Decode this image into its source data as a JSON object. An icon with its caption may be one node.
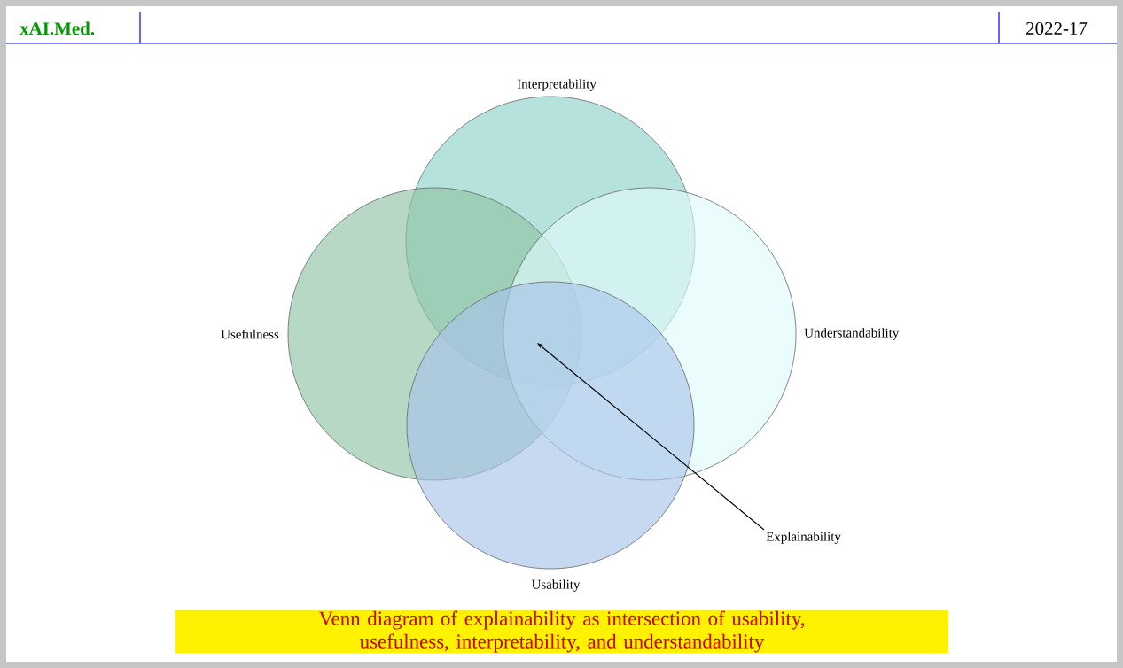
{
  "diagram": {
    "caption": "Venn diagram of explainability as intersection of usability, usefulness, interpretability, and understandability",
    "nodes": [
      {
        "text": [
          "Interpretability"
        ]
      },
      {
        "text": [
          "Usefulness"
        ]
      },
      {
        "text": [
          "Understandability"
        ]
      },
      {
        "text": [
          "Usability"
        ]
      },
      {
        "text": [
          "Explainability"
        ]
      }
    ],
    "edges": [
      {
        "from": 4,
        "to": 3,
        "arrow": "to"
      }
    ],
    "labels": [
      "xAI.Med.",
      "2022-17"
    ]
  }
}
